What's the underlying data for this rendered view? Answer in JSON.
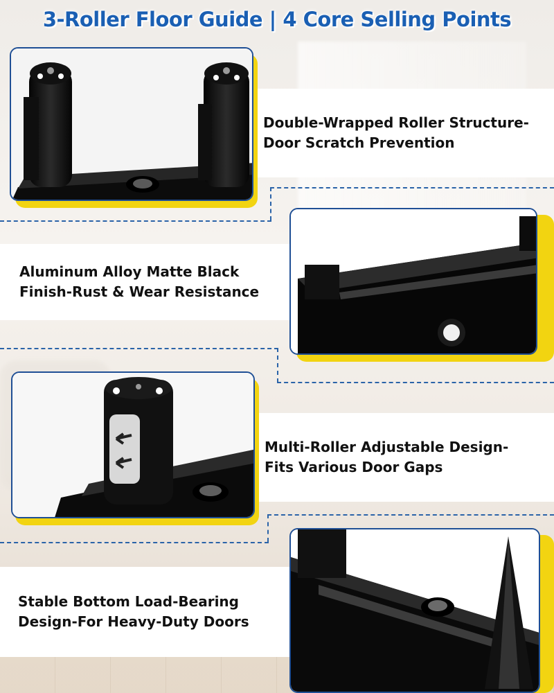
{
  "header": {
    "title": "3-Roller Floor Guide | 4 Core Selling Points"
  },
  "features": [
    {
      "line1": "Double-Wrapped Roller Structure-",
      "line2": "Door Scratch Prevention"
    },
    {
      "line1": "Aluminum Alloy Matte Black",
      "line2": "Finish-Rust & Wear Resistance"
    },
    {
      "line1": "Multi-Roller Adjustable Design-",
      "line2": "Fits Various Door Gaps"
    },
    {
      "line1": "Stable Bottom Load-Bearing",
      "line2": "Design-For Heavy-Duty Doors"
    }
  ],
  "colors": {
    "title": "#1a5fb3",
    "frame_border": "#1f4f95",
    "accent_yellow": "#f2d411",
    "dash": "#2a63a8"
  }
}
